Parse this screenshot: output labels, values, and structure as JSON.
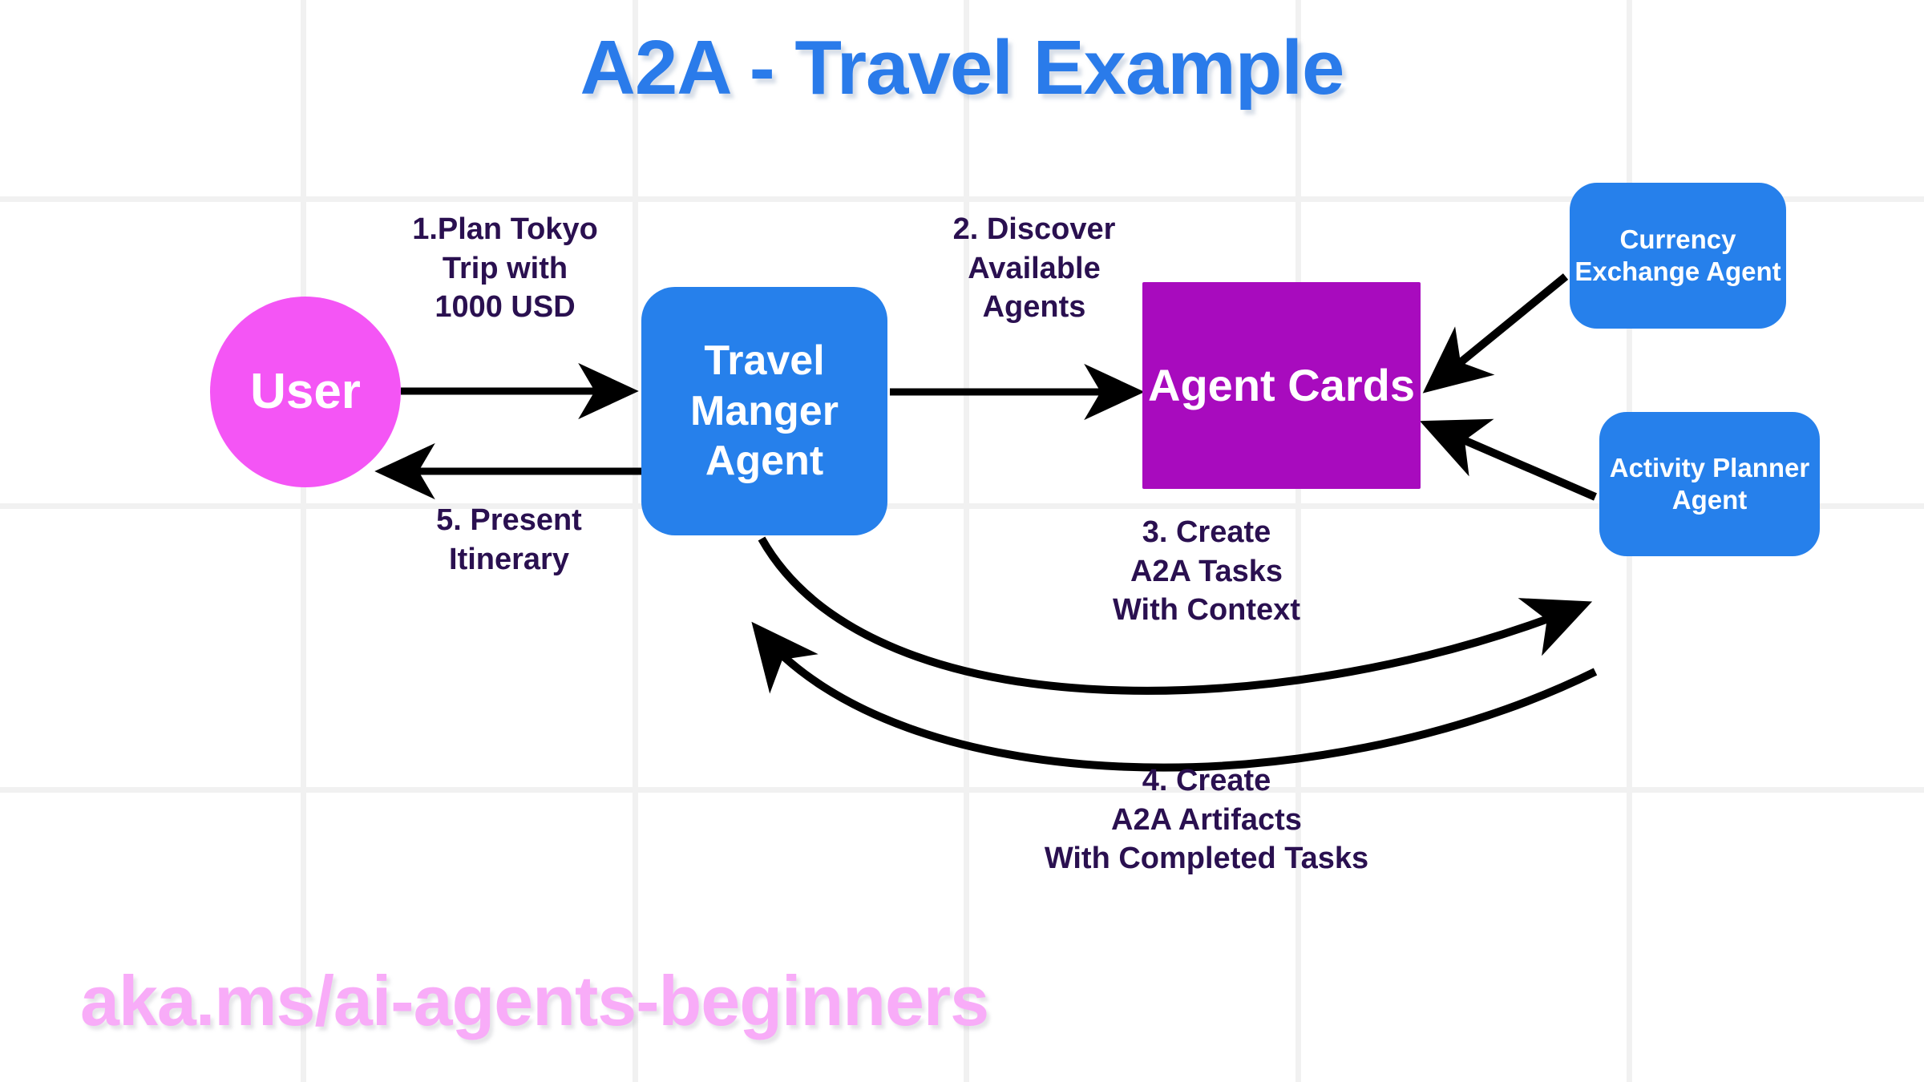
{
  "title": "A2A - Travel Example",
  "footer": "aka.ms/ai-agents-beginners",
  "colors": {
    "title_blue": "#2A7BEA",
    "node_blue": "#2680EB",
    "user_magenta": "#F455F5",
    "cards_purple": "#A80BBE",
    "label_navy": "#2A1050",
    "footer_pink": "#F8ACF8",
    "grid_gray": "#F1F1F1",
    "arrow_black": "#000000"
  },
  "nodes": {
    "user": {
      "label": "User",
      "shape": "circle"
    },
    "travel_manager": {
      "label": "Travel\nManger\nAgent",
      "shape": "rounded-rect"
    },
    "agent_cards": {
      "label": "Agent\nCards",
      "shape": "square"
    },
    "currency_exchange": {
      "label": "Currency\nExchange\nAgent",
      "shape": "rounded-rect"
    },
    "activity_planner": {
      "label": "Activity\nPlanner\nAgent",
      "shape": "rounded-rect"
    }
  },
  "edges": {
    "step1": {
      "label": "1.Plan Tokyo\nTrip with\n1000 USD",
      "from": "user",
      "to": "travel_manager"
    },
    "step2": {
      "label": "2. Discover\nAvailable\nAgents",
      "from": "travel_manager",
      "to": "agent_cards"
    },
    "step3": {
      "label": "3. Create\nA2A Tasks\nWith Context",
      "from": "travel_manager",
      "to": "remote_agents"
    },
    "step4": {
      "label": "4. Create\nA2A Artifacts\nWith Completed Tasks",
      "from": "remote_agents",
      "to": "travel_manager"
    },
    "step5": {
      "label": "5. Present\nItinerary",
      "from": "travel_manager",
      "to": "user"
    },
    "register_currency": {
      "label": "",
      "from": "currency_exchange",
      "to": "agent_cards"
    },
    "register_activity": {
      "label": "",
      "from": "activity_planner",
      "to": "agent_cards"
    }
  },
  "grid": {
    "vertical_x": [
      375,
      789,
      1202,
      1616,
      2029
    ],
    "horizontal_y": [
      245,
      628,
      982
    ]
  }
}
